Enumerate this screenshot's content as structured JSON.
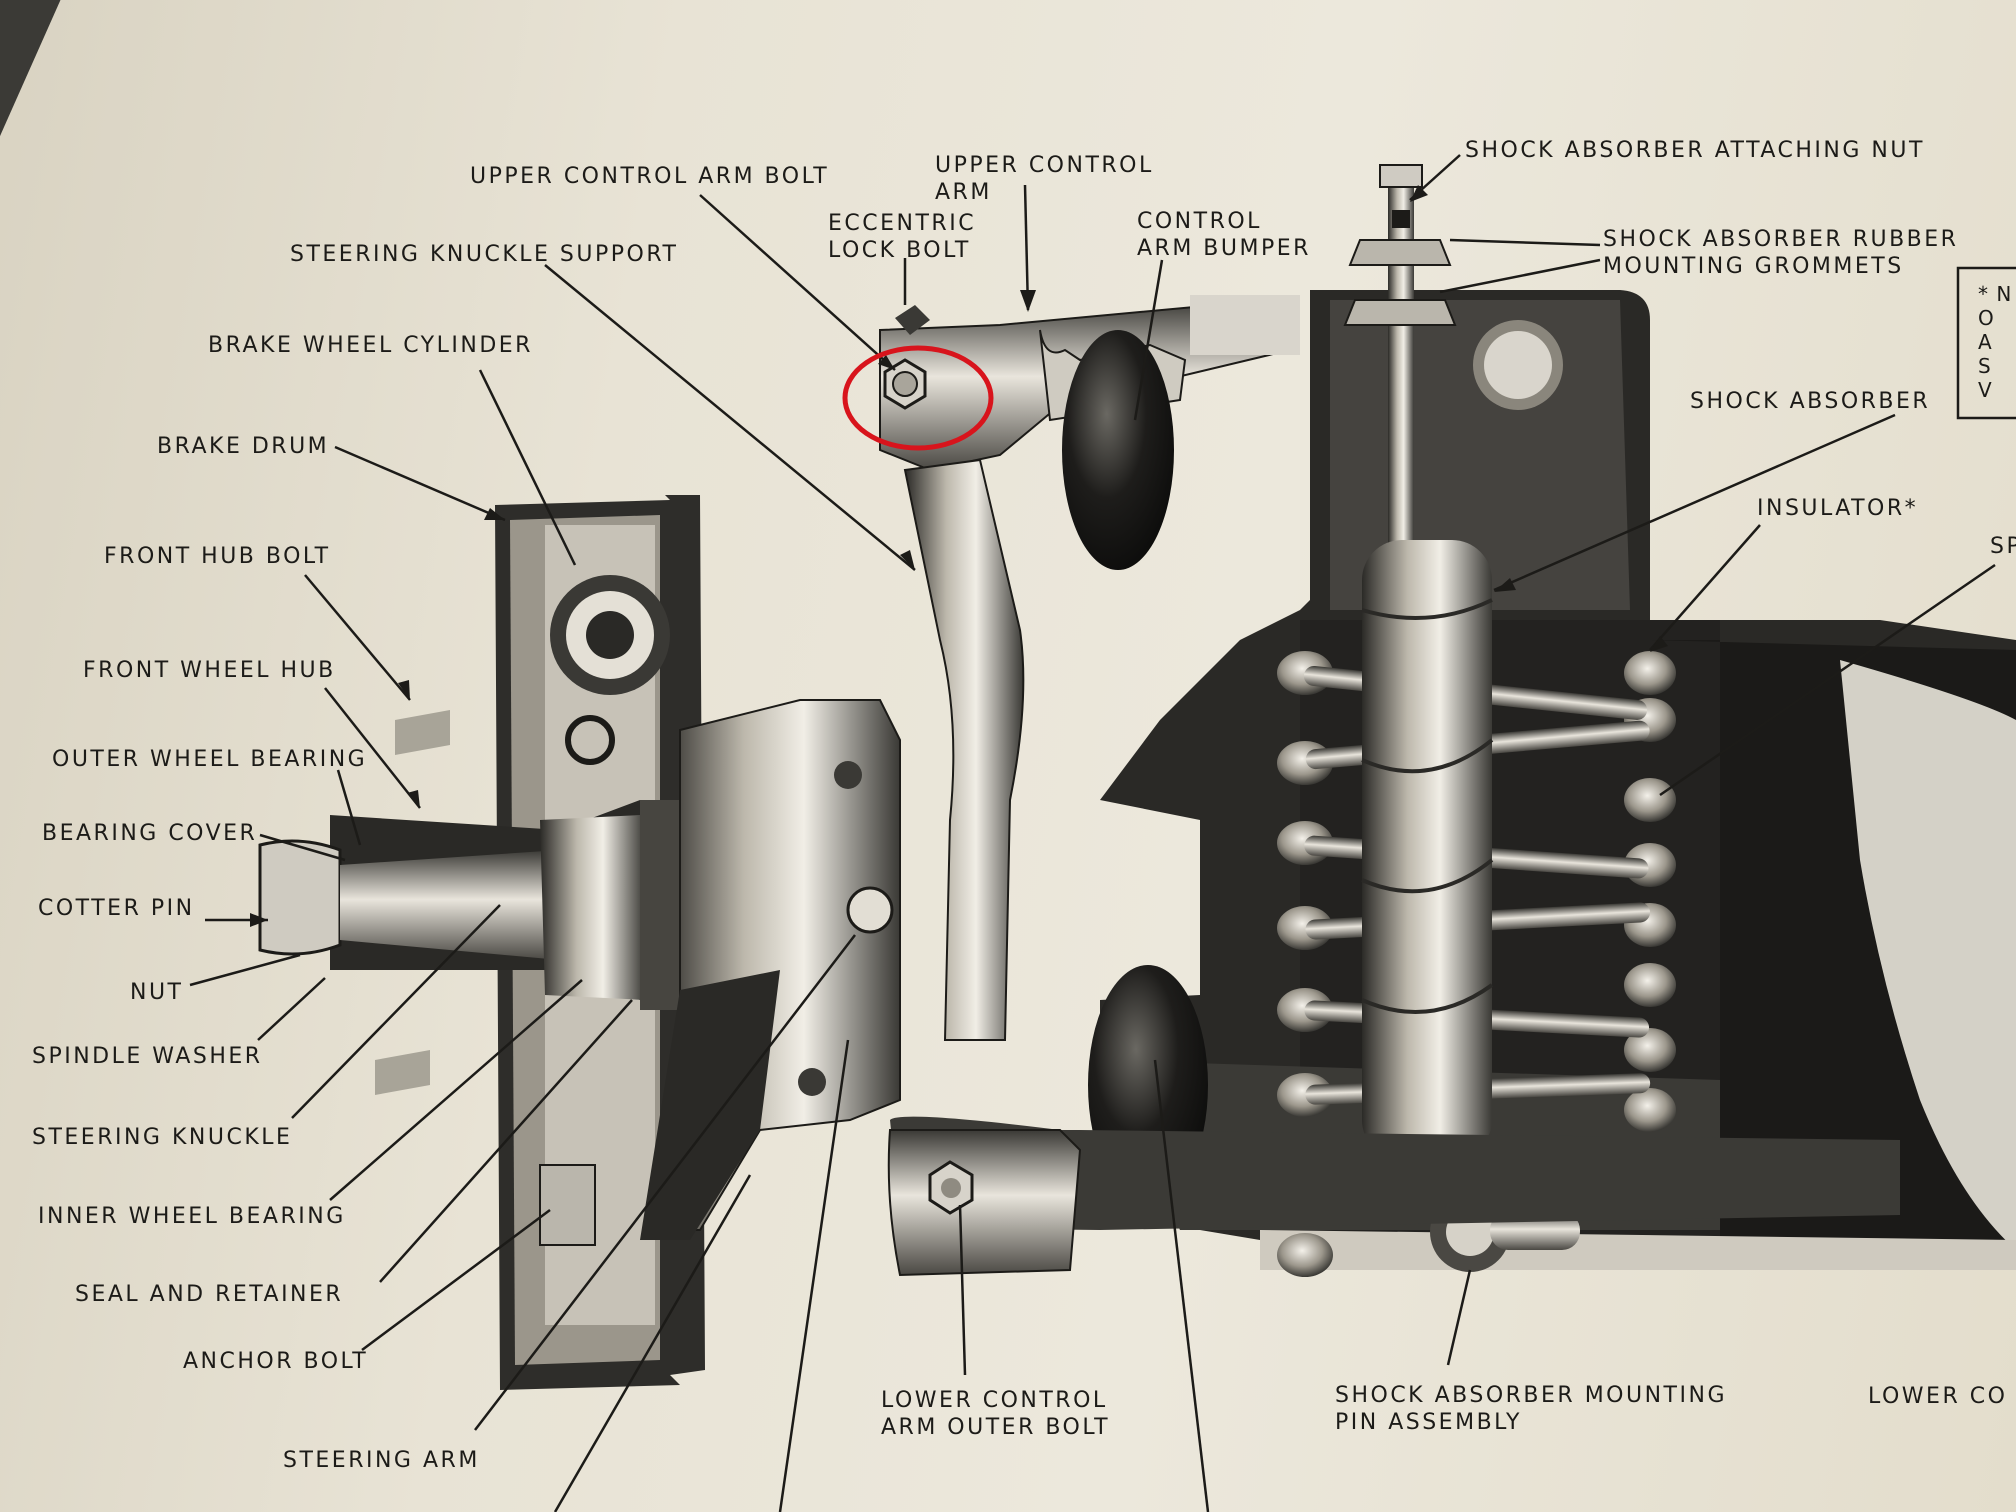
{
  "labels": {
    "upper_control_arm_bolt": "UPPER CONTROL ARM BOLT",
    "upper_control_arm_1": "UPPER CONTROL",
    "upper_control_arm_2": "ARM",
    "eccentric_lock_bolt_1": "ECCENTRIC",
    "eccentric_lock_bolt_2": "LOCK BOLT",
    "control_arm_bumper_1": "CONTROL",
    "control_arm_bumper_2": "ARM BUMPER",
    "shock_absorber_attaching_nut": "SHOCK ABSORBER ATTACHING NUT",
    "shock_grommets_1": "SHOCK ABSORBER RUBBER",
    "shock_grommets_2": "MOUNTING GROMMETS",
    "steering_knuckle_support": "STEERING KNUCKLE SUPPORT",
    "brake_wheel_cylinder": "BRAKE WHEEL CYLINDER",
    "brake_drum": "BRAKE DRUM",
    "front_hub_bolt": "FRONT HUB BOLT",
    "front_wheel_hub": "FRONT WHEEL HUB",
    "outer_wheel_bearing": "OUTER WHEEL BEARING",
    "bearing_cover": "BEARING COVER",
    "cotter_pin": "COTTER PIN",
    "nut": "NUT",
    "spindle_washer": "SPINDLE WASHER",
    "steering_knuckle": "STEERING KNUCKLE",
    "inner_wheel_bearing": "INNER WHEEL BEARING",
    "seal_and_retainer": "SEAL AND RETAINER",
    "anchor_bolt": "ANCHOR BOLT",
    "steering_arm": "STEERING ARM",
    "lower_control_arm_outer_bolt_1": "LOWER CONTROL",
    "lower_control_arm_outer_bolt_2": "ARM OUTER BOLT",
    "shock_absorber": "SHOCK ABSORBER",
    "insulator": "INSULATOR*",
    "shock_mounting_pin_1": "SHOCK ABSORBER MOUNTING",
    "shock_mounting_pin_2": "PIN ASSEMBLY",
    "lower_co_cut": "LOWER CO",
    "sp_cut": "SP",
    "note_box_lines": [
      "* N",
      "O",
      "A",
      "S",
      "V"
    ]
  },
  "colors": {
    "paper": "#e8e3d5",
    "ink": "#1c1b18",
    "highlight": "#d8141c"
  },
  "highlight_target": "upper-control-arm-bolt"
}
